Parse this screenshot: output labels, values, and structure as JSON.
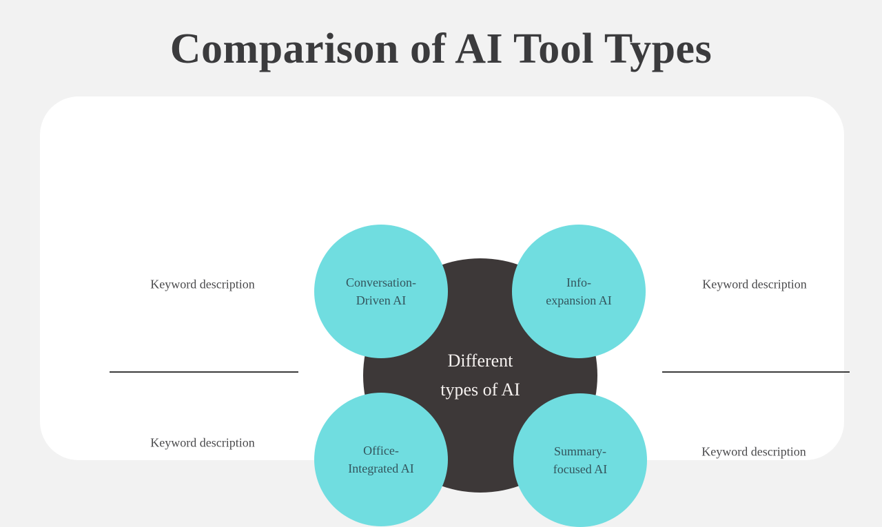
{
  "title": "Comparison of AI Tool Types",
  "center": {
    "line1": "Different",
    "line2": "types of AI"
  },
  "circles": [
    {
      "id": "conversation-driven-ai",
      "line1": "Conversation-",
      "line2": "Driven AI"
    },
    {
      "id": "info-expansion-ai",
      "line1": "Info-",
      "line2": "expansion AI"
    },
    {
      "id": "office-integrated-ai",
      "line1": "Office-",
      "line2": "Integrated AI"
    },
    {
      "id": "summary-focused-ai",
      "line1": "Summary-",
      "line2": "focused AI"
    }
  ],
  "keywords": {
    "top_left": "Keyword description",
    "top_right": "Keyword description",
    "bottom_left": "Keyword description",
    "bottom_right": "Keyword description"
  },
  "colors": {
    "background": "#f2f2f2",
    "card": "#ffffff",
    "dark_circle": "#3d3838",
    "teal_circle": "#70dde0",
    "title_text": "#3b3b3d",
    "circle_text": "#33545c",
    "center_text": "#f6f2f0",
    "label_text": "#4a4a4c",
    "divider": "#3a3a3a"
  }
}
